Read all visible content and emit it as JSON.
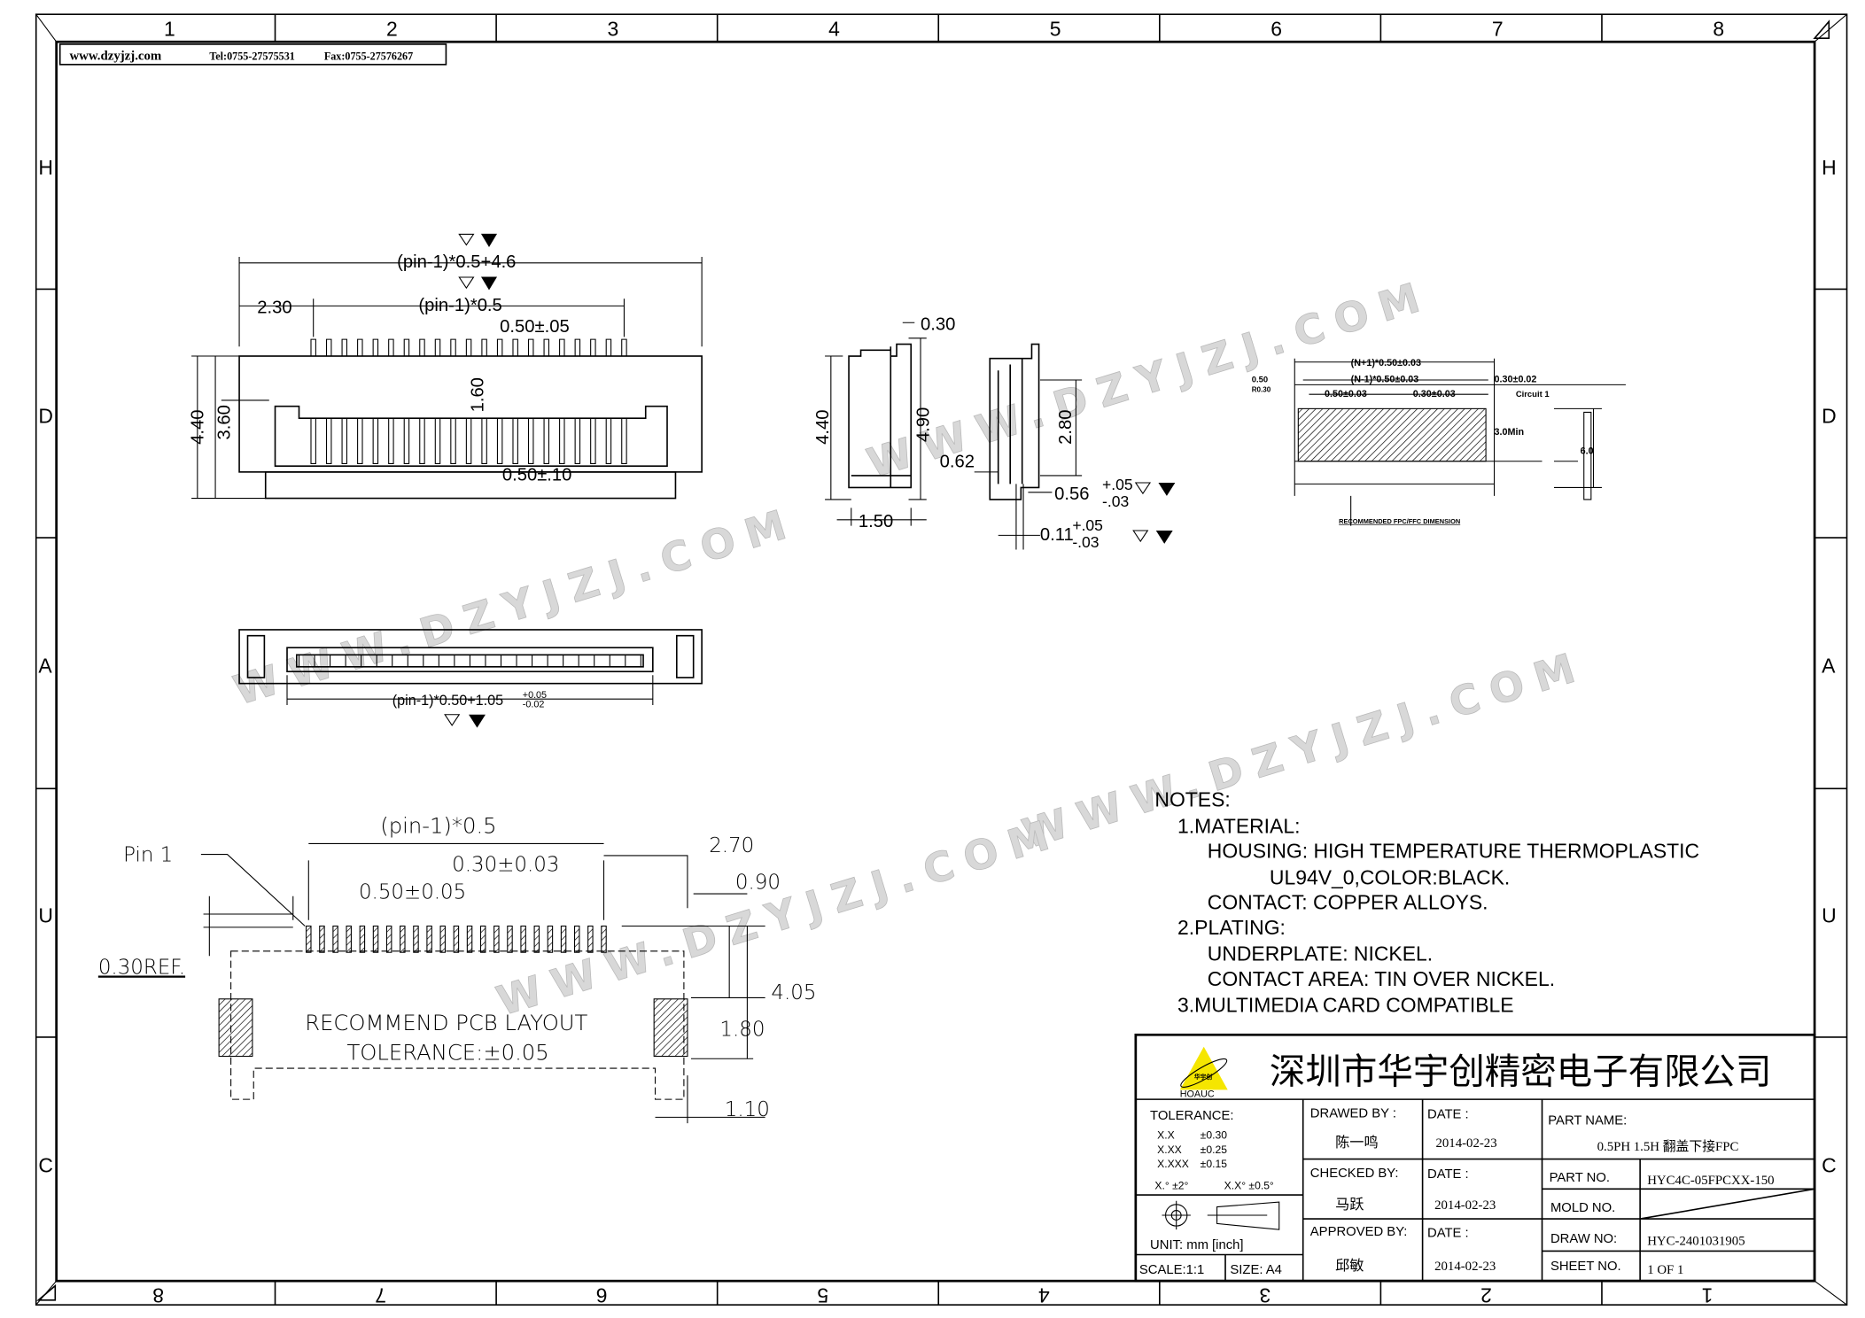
{
  "header": {
    "website": "www.dzyjzj.com",
    "tel": "Tel:0755-27575531",
    "fax": "Fax:0755-27576267"
  },
  "grid": {
    "columns_top": [
      "1",
      "2",
      "3",
      "4",
      "5",
      "6",
      "7",
      "8"
    ],
    "columns_bottom": [
      "8",
      "7",
      "6",
      "5",
      "4",
      "3",
      "2",
      "1"
    ],
    "rows": [
      "H",
      "D",
      "A",
      "U",
      "C"
    ]
  },
  "watermark": "WWW.DZYJZJ.COM",
  "top_view": {
    "overall_width": "(pin-1)*0.5+4.6",
    "pin_span": "(pin-1)*0.5",
    "offset": "2.30",
    "pitch": "0.50±.05",
    "height_total": "4.40",
    "height_body": "3.60",
    "pin_length": "1.60",
    "lower_pitch": "0.50±.10"
  },
  "side_view_1": {
    "top": "0.30",
    "height_left": "4.40",
    "height_right": "4.90",
    "base": "1.50"
  },
  "side_view_2": {
    "height": "2.80",
    "offset": "0.62",
    "dim_a": "0.56",
    "dim_a_tol_plus": "+.05",
    "dim_a_tol_minus": "-.03",
    "dim_b": "0.11",
    "dim_b_tol_plus": "+.05",
    "dim_b_tol_minus": "-.03"
  },
  "fpc": {
    "dim_total": "(N+1)*0.50±0.03",
    "dim_span": "(N-1)*0.50±0.03",
    "pitch": "0.50±0.03",
    "width": "0.30±0.03",
    "thickness": "0.30±0.02",
    "circuit_label": "Circuit 1",
    "corner_a": "0.50",
    "corner_b": "R0.30",
    "contact_len": "3.0Min",
    "total_len": "6.0",
    "caption": "RECOMMENDED FPC/FFC DIMENSION"
  },
  "bottom_view": {
    "dim": "(pin-1)*0.50+1.05",
    "tol_plus": "+0.05",
    "tol_minus": "-0.02"
  },
  "pcb_layout": {
    "pin1": "Pin 1",
    "span": "(pin-1)*0.5",
    "pad_width": "0.30±0.03",
    "pitch": "0.50±0.05",
    "ref": "0.30REF.",
    "d1": "2.70",
    "d2": "0.90",
    "d3": "4.05",
    "d4": "1.80",
    "d5": "1.10",
    "title": "RECOMMEND PCB LAYOUT",
    "tolerance": "TOLERANCE:±0.05"
  },
  "notes": {
    "title": "NOTES:",
    "lines": [
      "1.MATERIAL:",
      "HOUSING: HIGH TEMPERATURE THERMOPLASTIC",
      "UL94V_0,COLOR:BLACK.",
      "CONTACT: COPPER ALLOYS.",
      "2.PLATING:",
      "UNDERPLATE: NICKEL.",
      "CONTACT AREA: TIN OVER NICKEL.",
      "3.MULTIMEDIA CARD COMPATIBLE"
    ]
  },
  "title_block": {
    "logo_text": "HOAUC",
    "logo_cn": "华宇创",
    "company": "深圳市华宇创精密电子有限公司",
    "tolerance_label": "TOLERANCE:",
    "tolerances": [
      [
        "X.X",
        "±0.30"
      ],
      [
        "X.XX",
        "±0.25"
      ],
      [
        "X.XXX",
        "±0.15"
      ]
    ],
    "angle_tol": [
      "X.° ±2°",
      "X.X° ±0.5°"
    ],
    "unit": "UNIT:  mm  [inch]",
    "scale": "SCALE:1:1",
    "size": "SIZE:  A4",
    "drawed_by_label": "DRAWED BY :",
    "drawed_by": "陈一鸣",
    "checked_by_label": "CHECKED BY:",
    "checked_by": "马跃",
    "approved_by_label": "APPROVED BY:",
    "approved_by": "邱敏",
    "date_label": "DATE :",
    "dates": [
      "2014-02-23",
      "2014-02-23",
      "2014-02-23"
    ],
    "part_name_label": "PART NAME:",
    "part_name": "0.5PH 1.5H 翻盖下接FPC",
    "part_no_label": "PART NO.",
    "part_no": "HYC4C-05FPCXX-150",
    "mold_no_label": "MOLD NO.",
    "draw_no_label": "DRAW NO:",
    "draw_no": "HYC-2401031905",
    "sheet_no_label": "SHEET NO.",
    "sheet_no": "1 OF 1"
  }
}
